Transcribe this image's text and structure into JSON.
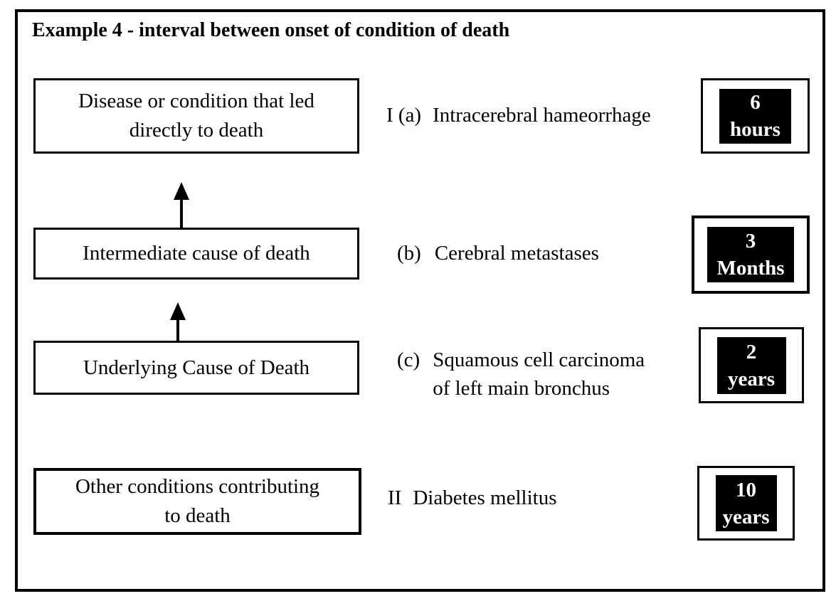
{
  "title": "Example 4 - interval between onset of condition of death",
  "colors": {
    "ink": "#000000",
    "paper": "#ffffff",
    "interval_box_bg": "#000000",
    "interval_box_text": "#ffffff"
  },
  "rows": [
    {
      "box_line1": "Disease or condition that led",
      "box_line2": "directly to death",
      "label": "I (a)",
      "cause_line1": "Intracerebral hameorrhage",
      "cause_line2": "",
      "interval_value": "6",
      "interval_unit": "hours"
    },
    {
      "box_line1": "Intermediate cause of death",
      "box_line2": "",
      "label": "(b)",
      "cause_line1": "Cerebral metastases",
      "cause_line2": "",
      "interval_value": "3",
      "interval_unit": "Months"
    },
    {
      "box_line1": "Underlying Cause of Death",
      "box_line2": "",
      "label": "(c)",
      "cause_line1": "Squamous cell carcinoma",
      "cause_line2": "of left main bronchus",
      "interval_value": "2",
      "interval_unit": "years"
    },
    {
      "box_line1": "Other conditions contributing",
      "box_line2": "to death",
      "label": "II",
      "cause_line1": "Diabetes mellitus",
      "cause_line2": "",
      "interval_value": "10",
      "interval_unit": "years"
    }
  ]
}
